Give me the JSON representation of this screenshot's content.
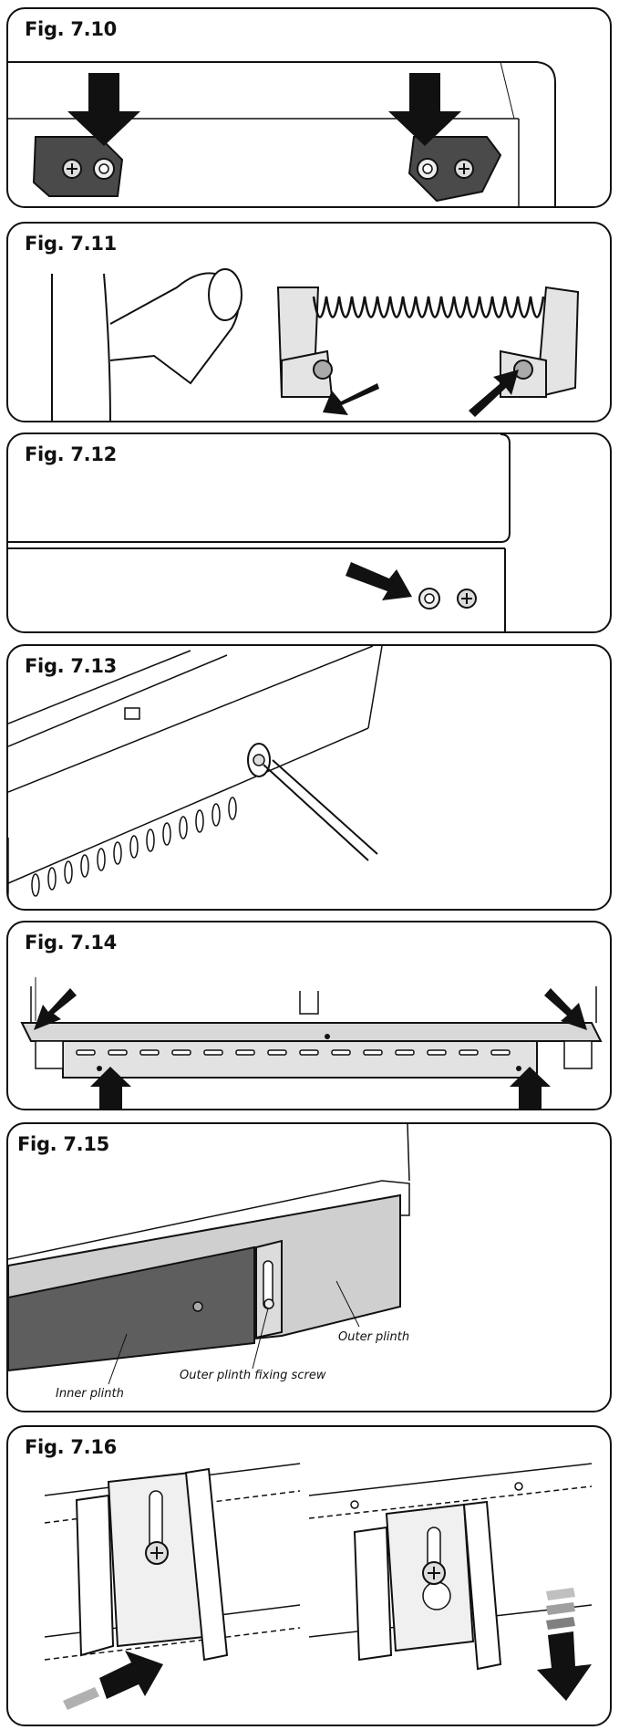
{
  "figures": [
    {
      "label": "Fig. 7.10"
    },
    {
      "label": "Fig. 7.11"
    },
    {
      "label": "Fig. 7.12"
    },
    {
      "label": "Fig. 7.13"
    },
    {
      "label": "Fig. 7.14"
    },
    {
      "label": "Fig. 7.15",
      "captions": {
        "outer_plinth": "Outer plinth",
        "inner_plinth": "Inner plinth",
        "fixing_screw": "Outer plinth fixing screw"
      }
    },
    {
      "label": "Fig. 7.16"
    }
  ],
  "colors": {
    "line": "#111111",
    "plinth_light": "#c9c9c9",
    "plinth_dark": "#5e5e5e",
    "hinge": "#4a4a4a",
    "stripe": "#b0b0b0"
  },
  "icons": [
    "down-arrow-icon",
    "diagonal-arrow-icon",
    "screw-icon",
    "up-arrow-icon"
  ]
}
